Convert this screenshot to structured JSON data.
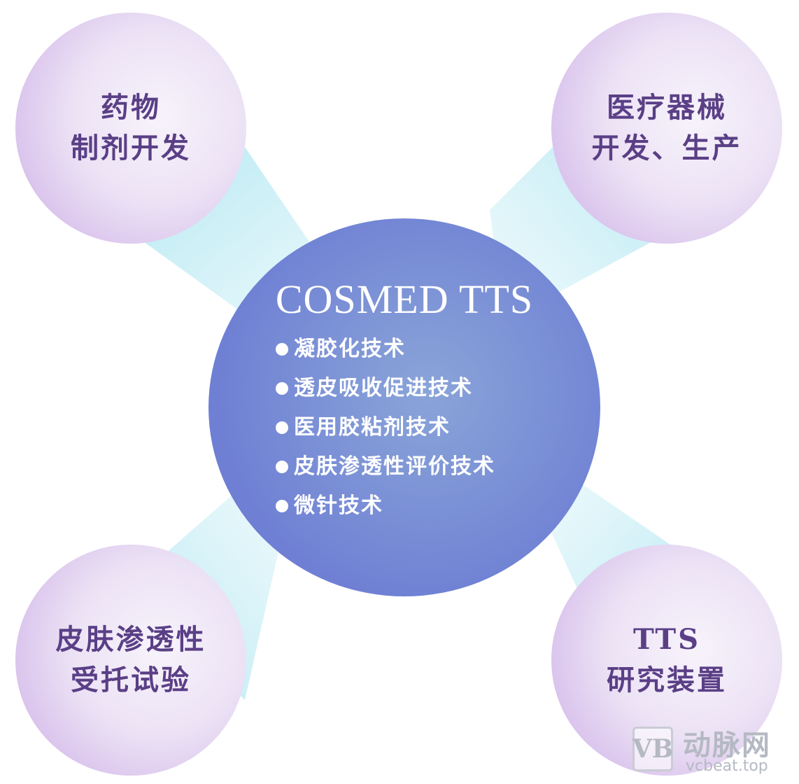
{
  "center": {
    "title": "COSMED TTS",
    "items": [
      "凝胶化技术",
      "透皮吸收促进技术",
      "医用胶粘剂技术",
      "皮肤渗透性评价技术",
      "微针技术"
    ]
  },
  "top_left": {
    "line1": "药物",
    "line2": "制剂开发"
  },
  "top_right": {
    "line1": "医疗器械",
    "line2": "开发、生产"
  },
  "bottom_left": {
    "line1": "皮肤渗透性",
    "line2": "受托试验"
  },
  "bottom_right": {
    "line1": "TTS",
    "line2": "研究装置"
  },
  "watermark": {
    "logo_text": "VB",
    "cn_text": "动脉网",
    "url": "vcbeat.top"
  },
  "colors": {
    "center_fill": "#7486d4",
    "outer_fill": "#e6d8f2",
    "outer_text": "#5a3f86",
    "connector": "#b8eaf2",
    "watermark": "#b5b9c3"
  }
}
